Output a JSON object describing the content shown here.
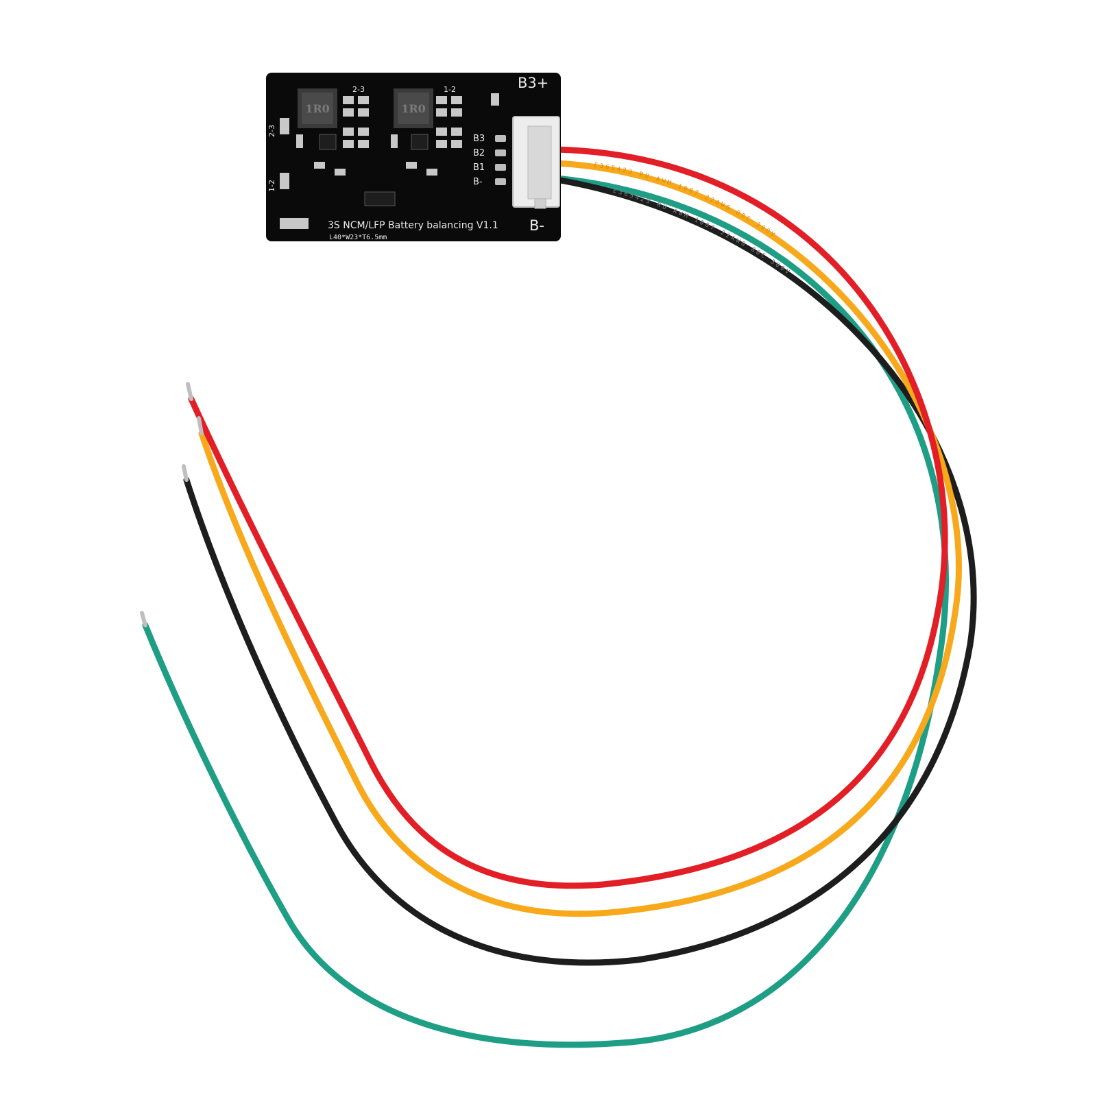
{
  "board": {
    "title": "3S NCM/LFP Battery balancing V1.1",
    "dimensions": "L40*W23*T6.5mm",
    "label_b3_plus": "B3+",
    "label_b_minus": "B-",
    "section_label_left": "2-3",
    "section_label_right": "1-2",
    "side_label_top": "2-3",
    "side_label_bottom": "1-2",
    "inductor_left": "1R0",
    "inductor_right": "1R0",
    "pins": [
      "B3",
      "B2",
      "B1",
      "B-"
    ]
  },
  "wires": {
    "print_text": "E365423  RU  AWM  1007  22AWG  80C  300V",
    "colors": {
      "red": "#e21f26",
      "yellow": "#f7a91b",
      "green": "#1f9e86",
      "black": "#1d1d1d",
      "pcb": "#0a0a0a"
    }
  }
}
